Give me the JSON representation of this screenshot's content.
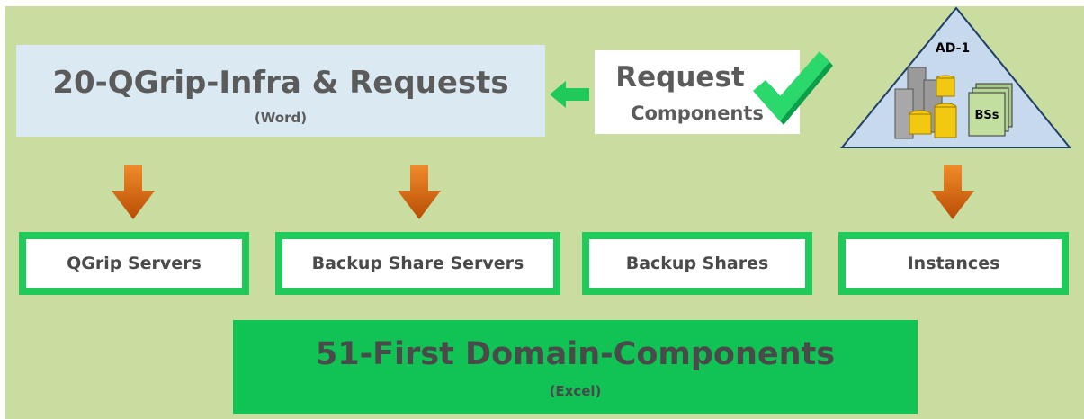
{
  "main_doc": {
    "title": "20-QGrip-Infra & Requests",
    "subtitle": "(Word)"
  },
  "request": {
    "line1": "Request",
    "line2": "Components"
  },
  "ad": {
    "label": "AD-1",
    "bs_label": "BSs"
  },
  "components": [
    {
      "label": "QGrip Servers"
    },
    {
      "label": "Backup Share Servers"
    },
    {
      "label": "Backup Shares"
    },
    {
      "label": "Instances"
    }
  ],
  "output_doc": {
    "title": "51-First Domain-Components",
    "subtitle": "(Excel)"
  },
  "colors": {
    "background": "#c9dda0",
    "node_border": "#1fca5a",
    "excel_box": "#10c354",
    "arrow_orange": "#e46c0a",
    "arrow_green": "#1fca5a",
    "word_box": "#dbe9f2"
  }
}
